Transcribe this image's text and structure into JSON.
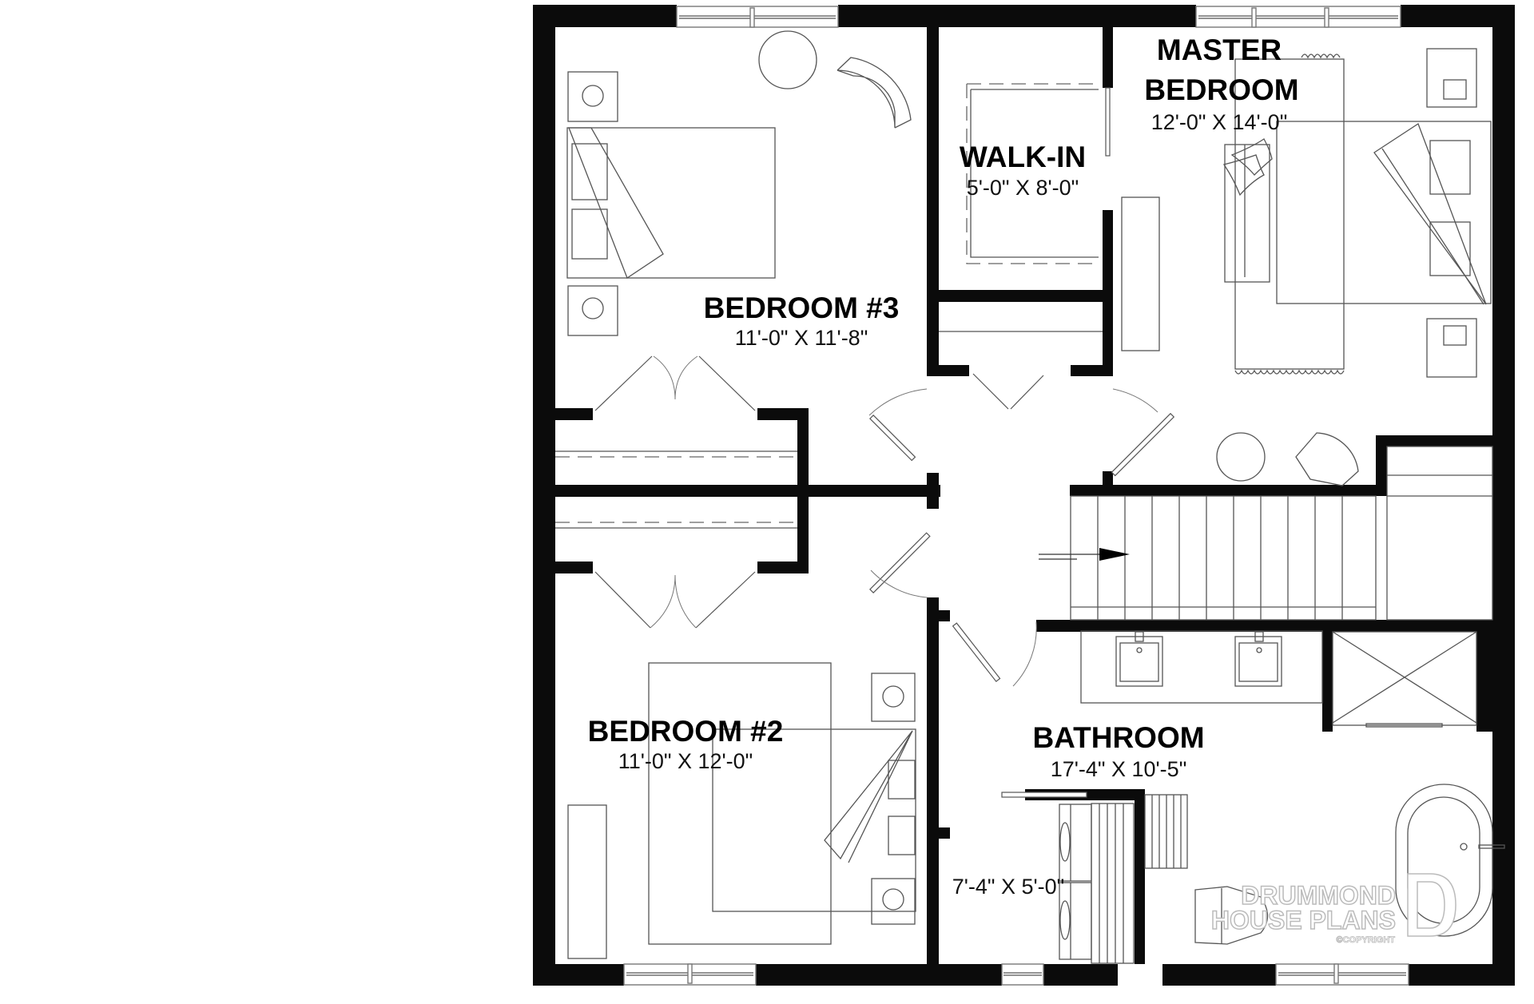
{
  "plan": {
    "title": "Second floor plan",
    "colors": {
      "wall": "#0b0b0b",
      "background": "#ffffff",
      "line": "#555555",
      "watermark": "#bbbbbb"
    }
  },
  "rooms": {
    "bedroom3": {
      "name": "BEDROOM #3",
      "dimensions": "11'-0\" X 11'-8\""
    },
    "walkin": {
      "name": "WALK-IN",
      "dimensions": "5'-0\" X 8'-0\""
    },
    "master": {
      "name_line1": "MASTER",
      "name_line2": "BEDROOM",
      "dimensions": "12'-0\" X 14'-0\""
    },
    "bedroom2": {
      "name": "BEDROOM #2",
      "dimensions": "11'-0\" X 12'-0\""
    },
    "bathroom": {
      "name": "BATHROOM",
      "dimensions": "17'-4\" X 10'-5\""
    },
    "laundry": {
      "dimensions": "7'-4\" X 5'-0\""
    }
  },
  "stairs": {
    "direction_icon": "arrow-right-icon"
  },
  "watermark": {
    "line1": "DRUMMOND",
    "line2": "HOUSE PLANS",
    "line3": "©COPYRIGHT",
    "logo_icon": "drummond-d-logo-icon"
  }
}
